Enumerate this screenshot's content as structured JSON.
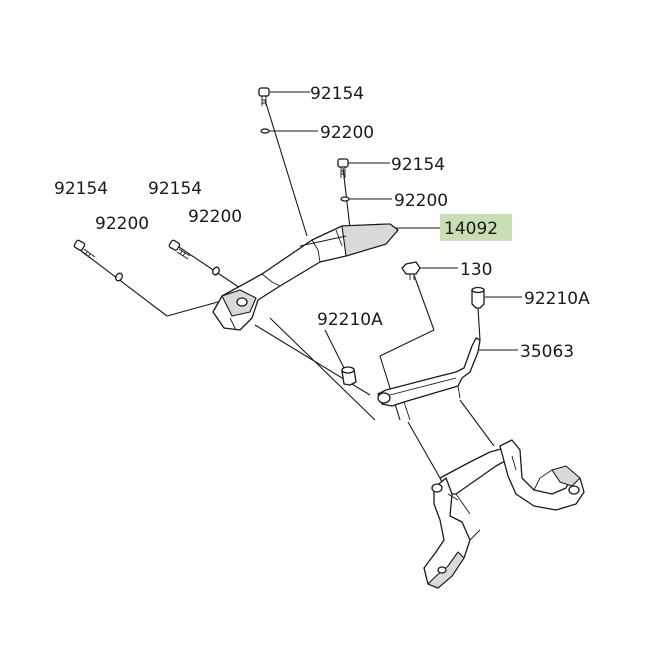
{
  "labels": {
    "top_screw": "92154",
    "top_washer": "92200",
    "mid_screw": "92154",
    "mid_washer": "92200",
    "cover": "14092",
    "bolt": "130",
    "collar_right": "92210A",
    "bracket": "35063",
    "left_screw_1": "92154",
    "left_washer_1": "92200",
    "left_screw_2": "92154",
    "left_washer_2": "92200",
    "collar_left": "92210A"
  },
  "colors": {
    "highlight": "#c9dfb3",
    "line": "#1a1a1a",
    "part_shade": "#d9d9d9"
  }
}
